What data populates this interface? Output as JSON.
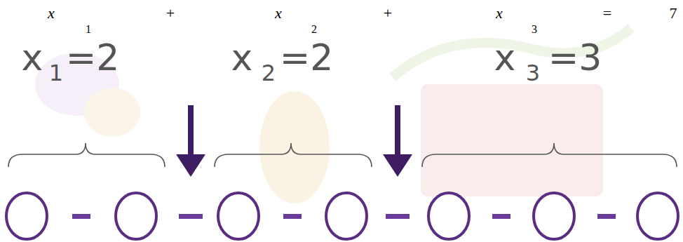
{
  "diagram": {
    "labels": [
      "x",
      "1",
      "+",
      "x",
      "2",
      "+",
      "x",
      "3",
      "=",
      "7",
      "x",
      "1",
      "=2",
      "x",
      "2",
      "=2",
      "x",
      "3",
      "=3"
    ]
  }
}
